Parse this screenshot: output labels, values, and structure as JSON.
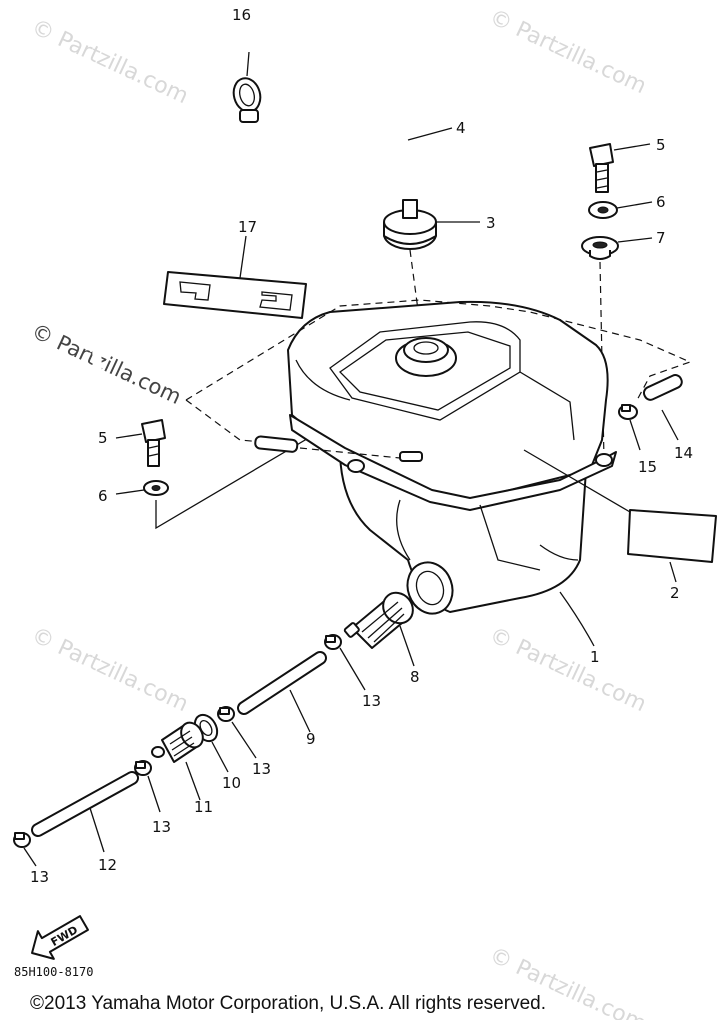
{
  "watermark": {
    "text": "© Partzilla.com"
  },
  "callouts": {
    "p1": "1",
    "p2": "2",
    "p3": "3",
    "p4": "4",
    "p5a": "5",
    "p5b": "5",
    "p6a": "6",
    "p6b": "6",
    "p7": "7",
    "p8": "8",
    "p9": "9",
    "p10": "10",
    "p11": "11",
    "p12": "12",
    "p13a": "13",
    "p13b": "13",
    "p13c": "13",
    "p13d": "13",
    "p14": "14",
    "p15": "15",
    "p16": "16",
    "p17": "17"
  },
  "fwd_arrow": {
    "label": "FWD"
  },
  "diagram_code": "85H100-8170",
  "copyright": "©2013 Yamaha Motor Corporation, U.S.A. All rights reserved."
}
